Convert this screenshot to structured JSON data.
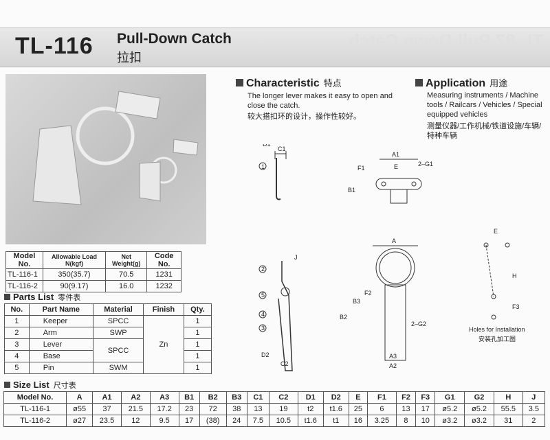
{
  "header": {
    "model": "TL-116",
    "title_en": "Pull-Down Catch",
    "title_cn": "拉扣",
    "ghost": "TL-87 Pull-Down Catch"
  },
  "spec_table": {
    "headers": [
      "Model No.",
      "Allowable Load N(kgf)",
      "Net Weight(g)",
      "Code No."
    ],
    "rows": [
      [
        "TL-116-1",
        "350(35.7)",
        "70.5",
        "1231"
      ],
      [
        "TL-116-2",
        "90(9.17)",
        "16.0",
        "1232"
      ]
    ]
  },
  "parts": {
    "title": "Parts List",
    "title_cn": "零件表",
    "headers": [
      "No.",
      "Part Name",
      "Material",
      "Finish",
      "Qty."
    ],
    "rows": [
      [
        "1",
        "Keeper",
        "SPCC",
        "1"
      ],
      [
        "2",
        "Arm",
        "SWP",
        "1"
      ],
      [
        "3",
        "Lever",
        "SPCC",
        "1"
      ],
      [
        "4",
        "Base",
        "",
        "1"
      ],
      [
        "5",
        "Pin",
        "SWM",
        "1"
      ]
    ],
    "finish": "Zn"
  },
  "size": {
    "title": "Size List",
    "title_cn": "尺寸表",
    "headers": [
      "Model No.",
      "A",
      "A1",
      "A2",
      "A3",
      "B1",
      "B2",
      "B3",
      "C1",
      "C2",
      "D1",
      "D2",
      "E",
      "F1",
      "F2",
      "F3",
      "G1",
      "G2",
      "H",
      "J"
    ],
    "rows": [
      [
        "TL-116-1",
        "ø55",
        "37",
        "21.5",
        "17.2",
        "23",
        "72",
        "38",
        "13",
        "19",
        "t2",
        "t1.6",
        "25",
        "6",
        "13",
        "17",
        "ø5.2",
        "ø5.2",
        "55.5",
        "3.5"
      ],
      [
        "TL-116-2",
        "ø27",
        "23.5",
        "12",
        "9.5",
        "17",
        "(38)",
        "24",
        "7.5",
        "10.5",
        "t1.6",
        "t1",
        "16",
        "3.25",
        "8",
        "10",
        "ø3.2",
        "ø3.2",
        "31",
        "2"
      ]
    ]
  },
  "characteristic": {
    "title": "Characteristic",
    "title_cn": "特点",
    "text_en": "The longer lever makes it easy to open and close the catch.",
    "text_cn": "较大搭扣环的设计，操作性较好。"
  },
  "application": {
    "title": "Application",
    "title_cn": "用途",
    "text_en": "Measuring instruments / Machine tools / Railcars / Vehicles / Special equipped vehicles",
    "text_cn": "测量仪器/工作机械/铁道设施/车辆/特种车辆"
  },
  "drawing": {
    "C1": "C1",
    "D1": "D1",
    "n1": "1",
    "A1": "A1",
    "E": "E",
    "F1": "F1",
    "B1": "B1",
    "G1": "2–G1",
    "J": "J",
    "n2": "2",
    "n5": "5",
    "n4": "4",
    "n3": "3",
    "D2": "D2",
    "C2": "C2",
    "A": "A",
    "F2": "F2",
    "B3": "B3",
    "B2": "B2",
    "G2": "2–G2",
    "A3": "A3",
    "A2": "A2",
    "E2": "E",
    "H": "H",
    "F3": "F3",
    "holes_en": "Holes for Installation",
    "holes_cn": "安装孔加工图"
  }
}
